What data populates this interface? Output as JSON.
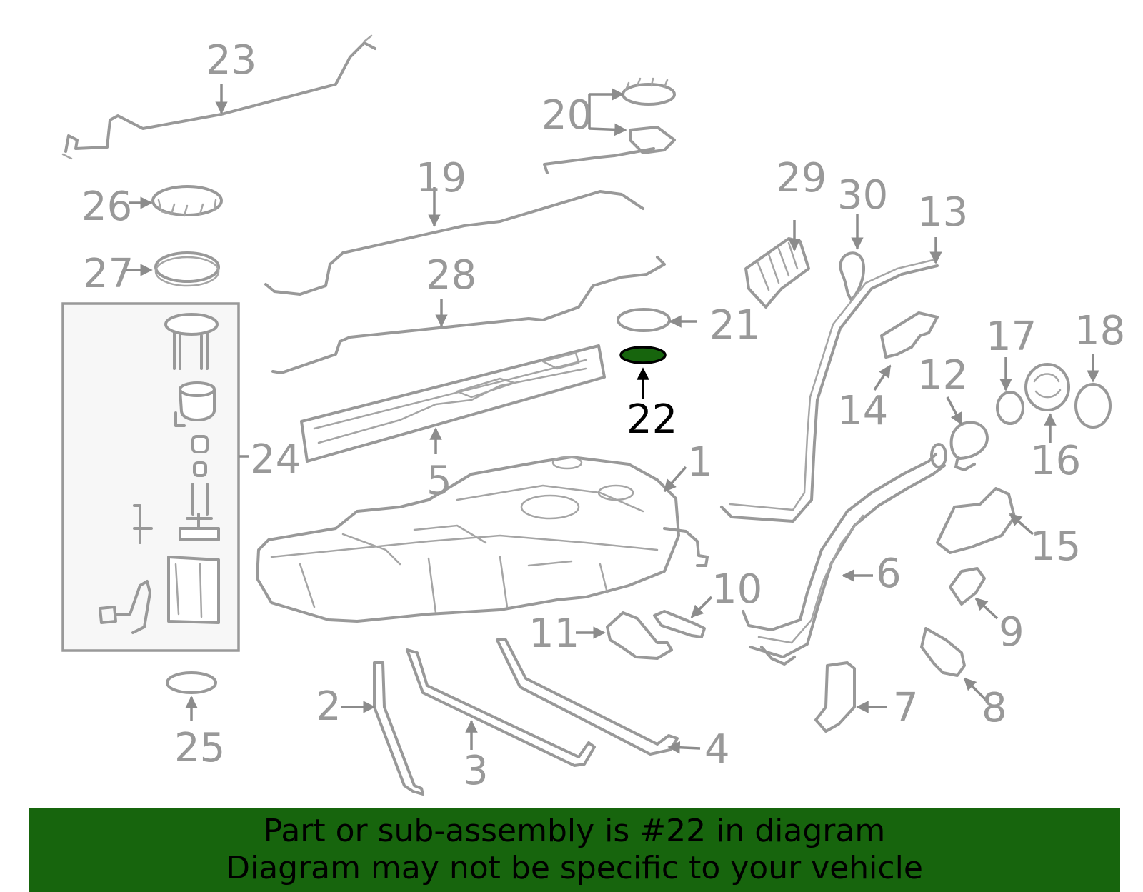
{
  "labels": {
    "p1": "1",
    "p2": "2",
    "p3": "3",
    "p4": "4",
    "p5": "5",
    "p6": "6",
    "p7": "7",
    "p8": "8",
    "p9": "9",
    "p10": "10",
    "p11": "11",
    "p12": "12",
    "p13": "13",
    "p14": "14",
    "p15": "15",
    "p16": "16",
    "p17": "17",
    "p18": "18",
    "p19": "19",
    "p20": "20",
    "p21": "21",
    "p22": "22",
    "p23": "23",
    "p24": "24",
    "p25": "25",
    "p26": "26",
    "p27": "27",
    "p28": "28",
    "p29": "29",
    "p30": "30"
  },
  "highlight": {
    "part": "22",
    "color": "#17650d"
  },
  "banner": {
    "line1": "Part or sub-assembly is #22 in diagram",
    "line2": "Diagram may not be specific to your vehicle",
    "background": "#17650d"
  }
}
